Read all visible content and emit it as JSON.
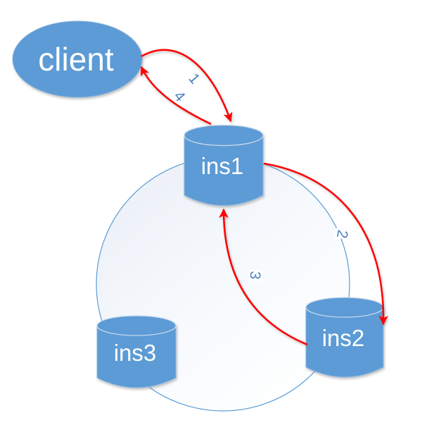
{
  "diagram": {
    "description": "Replication topology diagram: client connects to ins1; ins1, ins2, ins3 form a cluster ring",
    "colors": {
      "node_fill": "#5b9bd5",
      "node_stroke": "#85b2df",
      "node_text": "#ffffff",
      "edge_red": "#ff0000",
      "edge_label_blue": "#4f81bd",
      "ring_stroke": "#5b9bd5",
      "ring_fill_start": "#e9eef6",
      "ring_fill_end": "#ffffff"
    },
    "nodes": {
      "client": {
        "label": "client",
        "shape": "ellipse"
      },
      "ins1": {
        "label": "ins1",
        "shape": "cylinder"
      },
      "ins2": {
        "label": "ins2",
        "shape": "cylinder"
      },
      "ins3": {
        "label": "ins3",
        "shape": "cylinder"
      }
    },
    "edges": [
      {
        "label": "1",
        "from": "client",
        "to": "ins1"
      },
      {
        "label": "2",
        "from": "ins1",
        "to": "ins2"
      },
      {
        "label": "3",
        "from": "ins2",
        "to": "ins1"
      },
      {
        "label": "4",
        "from": "ins1",
        "to": "client"
      }
    ]
  }
}
